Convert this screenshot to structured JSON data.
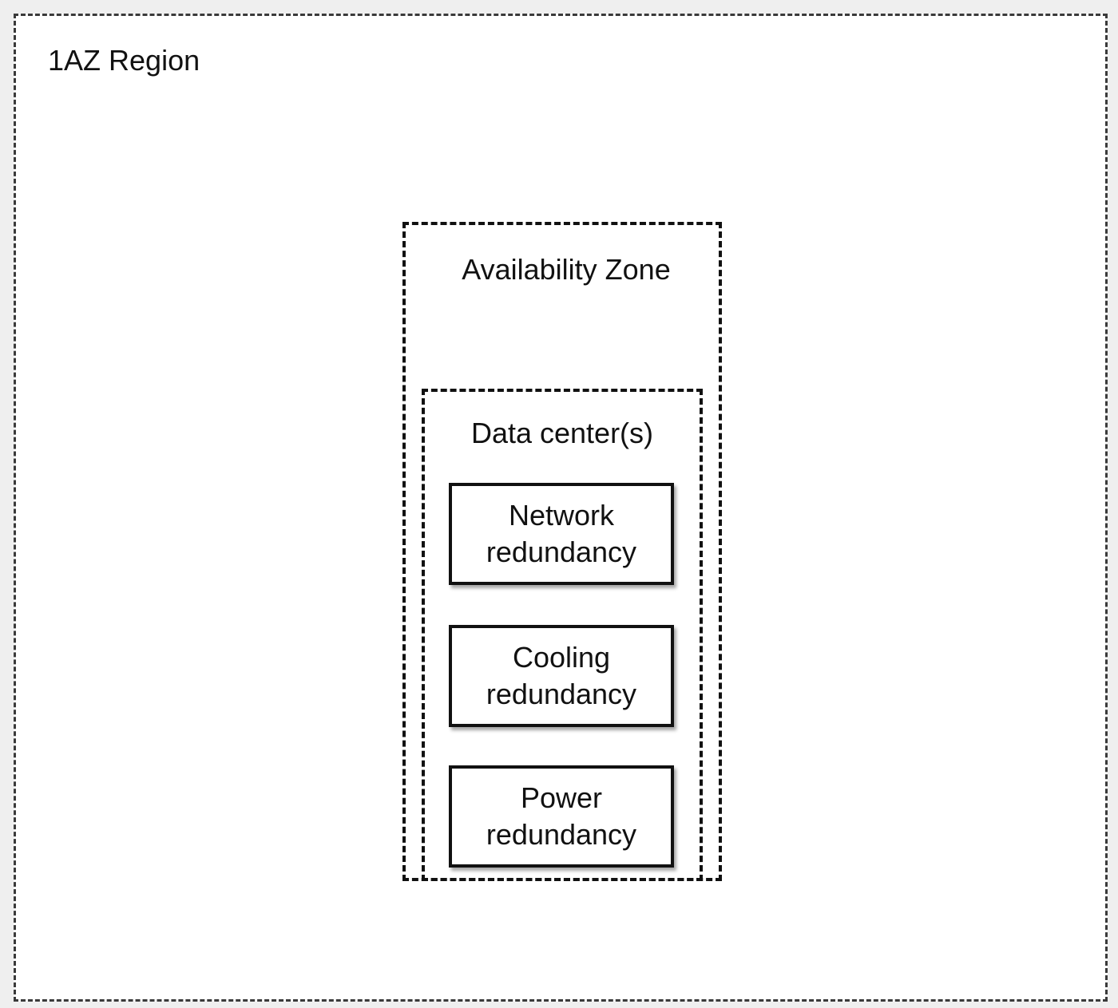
{
  "region": {
    "label": "1AZ Region"
  },
  "availability_zone": {
    "label": "Availability Zone"
  },
  "data_center": {
    "label": "Data center(s)",
    "components": [
      {
        "line1": "Network",
        "line2": "redundancy"
      },
      {
        "line1": "Cooling",
        "line2": "redundancy"
      },
      {
        "line1": "Power",
        "line2": "redundancy"
      }
    ]
  }
}
